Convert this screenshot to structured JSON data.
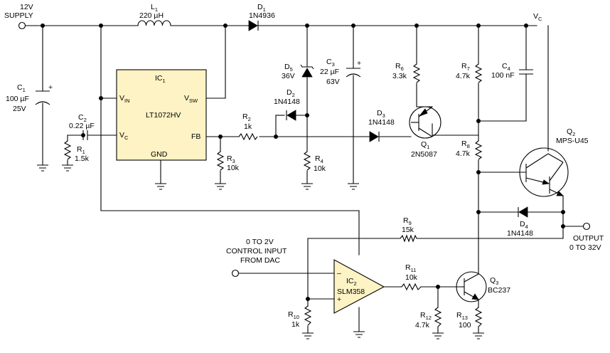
{
  "supply": {
    "line1": "12V",
    "line2": "SUPPLY"
  },
  "vc_node": {
    "main": "V",
    "sub": "C"
  },
  "L1": {
    "ref": "L",
    "sub": "1",
    "value": "220 µH"
  },
  "D1": {
    "ref": "D",
    "sub": "1",
    "value": "1N4936"
  },
  "C1": {
    "ref": "C",
    "sub": "1",
    "value1": "100 µF",
    "value2": "25V"
  },
  "IC1": {
    "ref": "IC",
    "sub": "1",
    "part": "LT1072HV",
    "pin_vin": "V",
    "pin_vin_sub": "IN",
    "pin_vsw": "V",
    "pin_vsw_sub": "SW",
    "pin_vc": "V",
    "pin_vc_sub": "C",
    "pin_fb": "FB",
    "pin_gnd": "GND"
  },
  "C2": {
    "ref": "C",
    "sub": "2",
    "value": "0.22 µF"
  },
  "R1": {
    "ref": "R",
    "sub": "1",
    "value": "1.5k"
  },
  "R2": {
    "ref": "R",
    "sub": "2",
    "value": "1k"
  },
  "R3": {
    "ref": "R",
    "sub": "3",
    "value": "10k"
  },
  "D5": {
    "ref": "D",
    "sub": "5",
    "value": "36V"
  },
  "D2": {
    "ref": "D",
    "sub": "2",
    "value": "1N4148"
  },
  "R4": {
    "ref": "R",
    "sub": "4",
    "value": "10k"
  },
  "C3": {
    "ref": "C",
    "sub": "3",
    "value1": "22 µF",
    "value2": "63V"
  },
  "D3": {
    "ref": "D",
    "sub": "3",
    "value": "1N4148"
  },
  "R6": {
    "ref": "R",
    "sub": "6",
    "value": "3.3k"
  },
  "Q1": {
    "ref": "Q",
    "sub": "1",
    "value": "2N5087"
  },
  "R7": {
    "ref": "R",
    "sub": "7",
    "value": "4.7k"
  },
  "C4": {
    "ref": "C",
    "sub": "4",
    "value": "100 nF"
  },
  "R8": {
    "ref": "R",
    "sub": "8",
    "value": "4.7k"
  },
  "Q2": {
    "ref": "Q",
    "sub": "2",
    "value": "MPS-U45"
  },
  "D4": {
    "ref": "D",
    "sub": "4",
    "value": "1N4148"
  },
  "R9": {
    "ref": "R",
    "sub": "9",
    "value": "15k"
  },
  "output": {
    "line1": "OUTPUT",
    "line2": "0 TO 32V"
  },
  "control": {
    "line1": "0 TO 2V",
    "line2": "CONTROL INPUT",
    "line3": "FROM DAC"
  },
  "IC2": {
    "ref": "IC",
    "sub": "2",
    "part": "SLM358",
    "minus": "–",
    "plus": "+"
  },
  "R10": {
    "ref": "R",
    "sub": "10",
    "value": "1k"
  },
  "R11": {
    "ref": "R",
    "sub": "11",
    "value": "10k"
  },
  "R12": {
    "ref": "R",
    "sub": "12",
    "value": "4.7k"
  },
  "Q3": {
    "ref": "Q",
    "sub": "3",
    "value": "BC237"
  },
  "R13": {
    "ref": "R",
    "sub": "13",
    "value": "100"
  },
  "colors": {
    "chip_fill": "#fdf3c4",
    "line": "#000000"
  }
}
